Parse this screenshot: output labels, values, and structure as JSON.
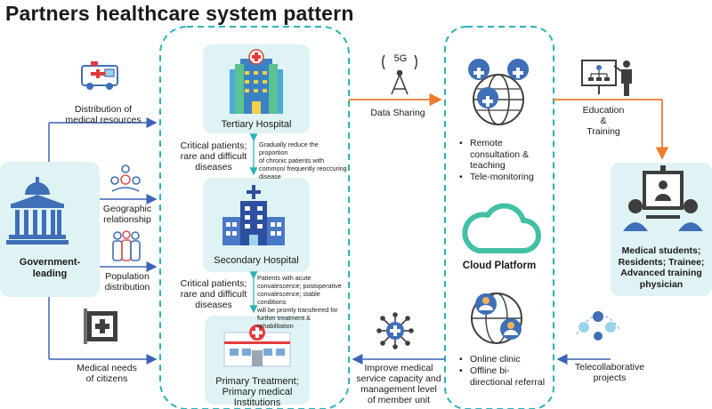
{
  "title": "Partners healthcare system pattern",
  "government": {
    "label_line1": "Government-",
    "label_line2": "leading"
  },
  "factors": {
    "distribution": [
      "Distribution of",
      "medical resources"
    ],
    "geographic": [
      "Geographic",
      "relationship"
    ],
    "population": [
      "Population",
      "distribution"
    ],
    "needs": [
      "Medical needs",
      "of citizens"
    ]
  },
  "hospitals": {
    "tertiary": "Tertiary Hospital",
    "secondary": "Secondary Hospital",
    "primary_line1": "Primary Treatment;",
    "primary_line2": "Primary medical",
    "primary_line3": "Institutions"
  },
  "critical_labels": {
    "upper": [
      "Critical patients;",
      "rare and difficult",
      "diseases"
    ],
    "lower": [
      "Critical patients;",
      "rare and difficult",
      "diseases"
    ]
  },
  "notes": {
    "upper": [
      "Gradually reduce the proportion",
      "of chronic patients with",
      "common/ frequently reoccuring",
      "disease"
    ],
    "lower": [
      "Patients with acute",
      "convalescence; postoperative",
      "convalescence; stable conditions",
      "will be promly transferred  for",
      "further treatment & rehabilitation"
    ]
  },
  "five_g": "5G",
  "data_sharing": "Data Sharing",
  "cloud": {
    "services_top": [
      "Remote",
      "consultation &",
      "teaching",
      "Tele-monitoring"
    ],
    "platform_label": "Cloud Platform",
    "services_bottom": [
      "Online clinic",
      "Offline bi-",
      "directional referral"
    ]
  },
  "education": [
    "Education",
    "&",
    "Training"
  ],
  "trainees": [
    "Medical students;",
    "Residents; Trainee;",
    "Advanced training",
    "physician"
  ],
  "telecollab": [
    "Telecollaborative",
    "projects"
  ],
  "improve": [
    "Improve medical",
    "service capacity and",
    "management level",
    "of member unit"
  ],
  "colors": {
    "teal_dash": "#2bb3b8",
    "card_bg": "#dff3f4",
    "blue_arrow": "#3d63b8",
    "orange_arrow": "#ee7b2b",
    "icon_blue": "#3f6fb6",
    "icon_green": "#38b48b",
    "cloud_green": "#42c0a5"
  }
}
